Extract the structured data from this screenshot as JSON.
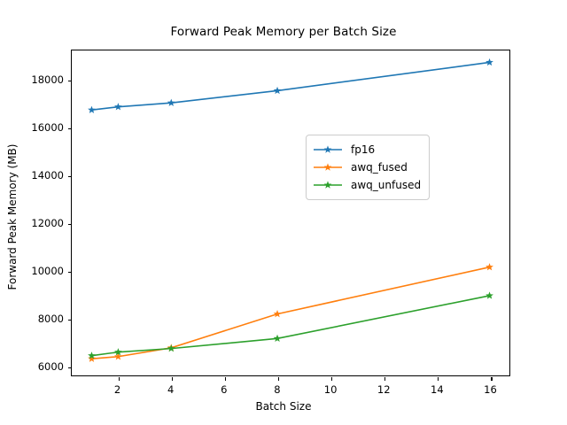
{
  "chart_data": {
    "type": "line",
    "title": "Forward Peak Memory per Batch Size",
    "xlabel": "Batch Size",
    "ylabel": "Forward Peak Memory (MB)",
    "x": [
      1,
      2,
      4,
      8,
      16
    ],
    "xlim": [
      0.25,
      16.75
    ],
    "ylim": [
      5600,
      19250
    ],
    "xticks": [
      2,
      4,
      6,
      8,
      10,
      12,
      14,
      16
    ],
    "xtick_labels": [
      "2",
      "4",
      "6",
      "8",
      "10",
      "12",
      "14",
      "16"
    ],
    "yticks": [
      6000,
      8000,
      10000,
      12000,
      14000,
      16000,
      18000
    ],
    "ytick_labels": [
      "6000",
      "8000",
      "10000",
      "12000",
      "14000",
      "16000",
      "18000"
    ],
    "grid": false,
    "legend_position": "center right",
    "marker": "star",
    "series": [
      {
        "name": "fp16",
        "color": "#1f77b4",
        "values": [
          16750,
          16880,
          17050,
          17560,
          18750
        ]
      },
      {
        "name": "awq_fused",
        "color": "#ff7f0e",
        "values": [
          6300,
          6390,
          6760,
          8180,
          10150
        ]
      },
      {
        "name": "awq_unfused",
        "color": "#2ca02c",
        "values": [
          6430,
          6580,
          6730,
          7150,
          8950
        ]
      }
    ]
  },
  "legend": {
    "entries": [
      {
        "label": "fp16"
      },
      {
        "label": "awq_fused"
      },
      {
        "label": "awq_unfused"
      }
    ]
  }
}
